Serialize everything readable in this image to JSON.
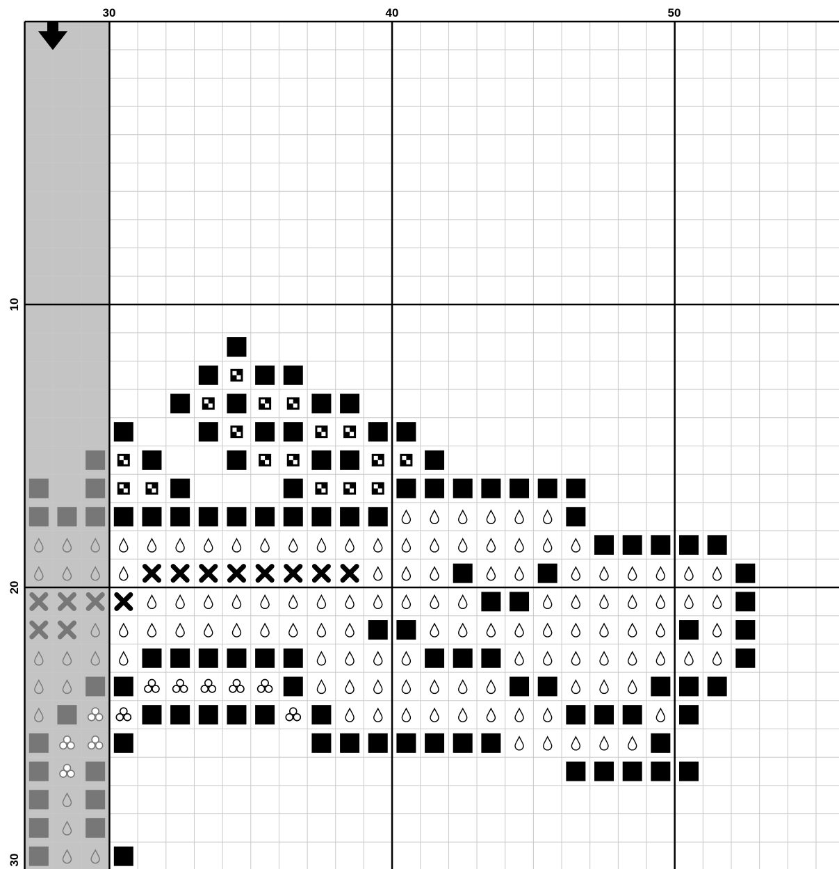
{
  "column_labels": [
    "30",
    "40",
    "50"
  ],
  "row_labels": [
    "10",
    "20",
    "30"
  ],
  "colors": {
    "grid_minor": "#c8c8c8",
    "grid_major": "#000000",
    "overlap_shade": "#c4c4c4",
    "symbol": "#000000",
    "overlap_symbol": "#777777",
    "background": "#ffffff"
  },
  "icons": {
    "scroll_indicator": "down-arrow-icon",
    "symbol_key": {
      "B": "filled-square-icon",
      "D": "drop-icon",
      "X": "cross-icon",
      "C": "checker-square-icon",
      "T": "trefoil-icon"
    }
  },
  "pattern": {
    "first_column": 27,
    "first_row": 1,
    "overlap_columns": 3,
    "rows": [
      "",
      "",
      "",
      "",
      "",
      "",
      "",
      "",
      "",
      "",
      "",
      "       B",
      "      BCBB",
      "     BCBCCBB",
      "   B  BCBBCCBB",
      "  BCB  BCCBBCCB",
      "B BCCB   BCCCBBBBBBB",
      "BBBBBBBBBBBBBDDDDDDB",
      "DDDDDDDDDDDDDDDDDDDDBBBBB",
      "DDDDXXXXXXXXDDDBDDBDDDDDDB",
      "XXXXDDDDDDDDDDDDBBDDDDDDDB",
      "XXDDDDDDDDDDBBDDDDDDDDDBDB",
      "DDDDBBBBBBDDDDBBBDDDDDDDDB",
      "DDBBTTTTTBDDDDDDDBBDDDBBB",
      "DBTTBBBBBTBDDDDDDDDBBBDB",
      "BTTB      BBBBBBBDDDDDB",
      "BTB                BBBBB",
      "BDB",
      "BDB",
      "BDDB"
    ]
  }
}
